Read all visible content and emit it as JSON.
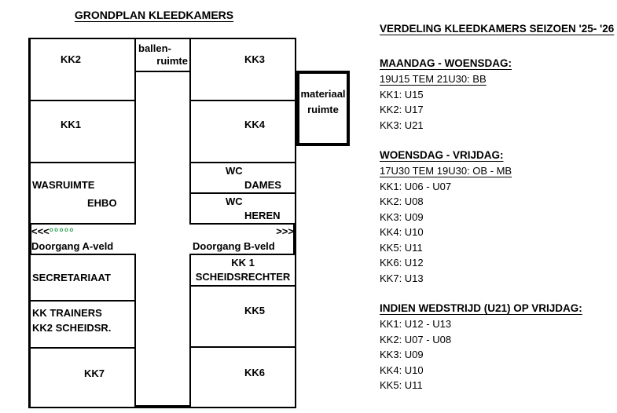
{
  "plan": {
    "title": "GRONDPLAN KLEEDKAMERS",
    "rooms": {
      "kk1": "KK1",
      "kk2": "KK2",
      "kk3": "KK3",
      "kk4": "KK4",
      "kk5": "KK5",
      "kk6": "KK6",
      "kk7": "KK7",
      "ballen": {
        "line1": "ballen-",
        "line2": "ruimte"
      },
      "wasruimte": {
        "line1": "WASRUIMTE",
        "line2": "EHBO"
      },
      "wc_dames": {
        "line1": "WC",
        "line2": "DAMES"
      },
      "wc_heren": {
        "line1": "WC",
        "line2": "HEREN"
      },
      "materiaal": {
        "line1": "materiaal",
        "line2": "ruimte"
      },
      "secretariaat": "SECRETARIAAT",
      "kk1_scheidsrechter": {
        "line1": "KK 1",
        "line2": "SCHEIDSRECHTER"
      },
      "kk_trainers": {
        "line1": "KK TRAINERS",
        "line2": "KK2 SCHEIDSR."
      }
    },
    "passages": {
      "left_arrows": "<<<",
      "left_dots": "ooooo",
      "right_arrows": ">>>",
      "doorgang_a": "Doorgang A-veld",
      "doorgang_b": "Doorgang B-veld"
    },
    "colors": {
      "dots_green": "#2aa355",
      "lines": "#000000"
    }
  },
  "schedule": {
    "title": "VERDELING KLEEDKAMERS SEIZOEN '25- '26",
    "sections": [
      {
        "heading": "MAANDAG - WOENSDAG:",
        "subheading": "19U15 TEM 21U30: BB",
        "items": [
          "KK1: U15",
          "KK2: U17",
          "KK3: U21"
        ]
      },
      {
        "heading": "WOENSDAG - VRIJDAG:",
        "subheading": "17U30 TEM 19U30: OB - MB",
        "items": [
          "KK1: U06 - U07",
          "KK2: U08",
          "KK3: U09",
          "KK4: U10",
          "KK5: U11",
          "KK6: U12",
          "KK7: U13"
        ]
      },
      {
        "heading": "INDIEN WEDSTRIJD (U21) OP VRIJDAG:",
        "items": [
          "KK1: U12 - U13",
          "KK2: U07 - U08",
          "KK3: U09",
          "KK4: U10",
          "KK5: U11"
        ]
      }
    ]
  }
}
